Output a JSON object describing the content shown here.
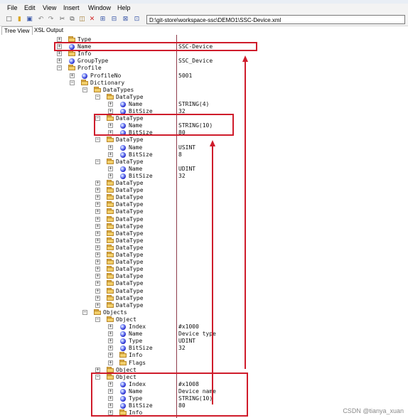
{
  "menu": [
    "File",
    "Edit",
    "View",
    "Insert",
    "Window",
    "Help"
  ],
  "toolbar": {
    "icons": [
      "new-file-icon",
      "open-folder-icon",
      "save-icon",
      "undo-icon",
      "redo-icon",
      "cut-icon",
      "copy-icon",
      "paste-icon",
      "delete-icon",
      "add-element-icon",
      "add-child-icon",
      "insert-before-icon",
      "insert-after-icon"
    ],
    "path": "D:\\git-store\\workspace-ssc\\DEMO1\\SSC-Device.xml"
  },
  "tabs": [
    "Tree View",
    "XSL Output"
  ],
  "tree": [
    {
      "label": "Type",
      "type": "folder",
      "indent": 0,
      "value": ""
    },
    {
      "label": "Name",
      "type": "attr",
      "indent": 0,
      "value": "SSC-Device"
    },
    {
      "label": "Info",
      "type": "folder",
      "indent": 0,
      "value": ""
    },
    {
      "label": "GroupType",
      "type": "attr",
      "indent": 0,
      "value": "SSC_Device"
    },
    {
      "label": "Profile",
      "type": "folder",
      "indent": 0,
      "expanded": true,
      "value": ""
    },
    {
      "label": "ProfileNo",
      "type": "attr",
      "indent": 1,
      "value": "5001"
    },
    {
      "label": "Dictionary",
      "type": "folder",
      "indent": 1,
      "expanded": true,
      "value": ""
    },
    {
      "label": "DataTypes",
      "type": "folder",
      "indent": 2,
      "expanded": true,
      "value": ""
    },
    {
      "label": "DataType",
      "type": "folder",
      "indent": 3,
      "expanded": true,
      "value": ""
    },
    {
      "label": "Name",
      "type": "attr",
      "indent": 4,
      "value": "STRING(4)"
    },
    {
      "label": "BitSize",
      "type": "attr",
      "indent": 4,
      "value": "32"
    },
    {
      "label": "DataType",
      "type": "folder",
      "indent": 3,
      "expanded": true,
      "value": ""
    },
    {
      "label": "Name",
      "type": "attr",
      "indent": 4,
      "value": "STRING(10)"
    },
    {
      "label": "BitSize",
      "type": "attr",
      "indent": 4,
      "value": "80"
    },
    {
      "label": "DataType",
      "type": "folder",
      "indent": 3,
      "expanded": true,
      "value": ""
    },
    {
      "label": "Name",
      "type": "attr",
      "indent": 4,
      "value": "USINT"
    },
    {
      "label": "BitSize",
      "type": "attr",
      "indent": 4,
      "value": "8"
    },
    {
      "label": "DataType",
      "type": "folder",
      "indent": 3,
      "expanded": true,
      "value": ""
    },
    {
      "label": "Name",
      "type": "attr",
      "indent": 4,
      "value": "UDINT"
    },
    {
      "label": "BitSize",
      "type": "attr",
      "indent": 4,
      "value": "32"
    },
    {
      "label": "DataType",
      "type": "folder",
      "indent": 3,
      "value": ""
    },
    {
      "label": "DataType",
      "type": "folder",
      "indent": 3,
      "value": ""
    },
    {
      "label": "DataType",
      "type": "folder",
      "indent": 3,
      "value": ""
    },
    {
      "label": "DataType",
      "type": "folder",
      "indent": 3,
      "value": ""
    },
    {
      "label": "DataType",
      "type": "folder",
      "indent": 3,
      "value": ""
    },
    {
      "label": "DataType",
      "type": "folder",
      "indent": 3,
      "value": ""
    },
    {
      "label": "DataType",
      "type": "folder",
      "indent": 3,
      "value": ""
    },
    {
      "label": "DataType",
      "type": "folder",
      "indent": 3,
      "value": ""
    },
    {
      "label": "DataType",
      "type": "folder",
      "indent": 3,
      "value": ""
    },
    {
      "label": "DataType",
      "type": "folder",
      "indent": 3,
      "value": ""
    },
    {
      "label": "DataType",
      "type": "folder",
      "indent": 3,
      "value": ""
    },
    {
      "label": "DataType",
      "type": "folder",
      "indent": 3,
      "value": ""
    },
    {
      "label": "DataType",
      "type": "folder",
      "indent": 3,
      "value": ""
    },
    {
      "label": "DataType",
      "type": "folder",
      "indent": 3,
      "value": ""
    },
    {
      "label": "DataType",
      "type": "folder",
      "indent": 3,
      "value": ""
    },
    {
      "label": "DataType",
      "type": "folder",
      "indent": 3,
      "value": ""
    },
    {
      "label": "DataType",
      "type": "folder",
      "indent": 3,
      "value": ""
    },
    {
      "label": "DataType",
      "type": "folder",
      "indent": 3,
      "value": ""
    },
    {
      "label": "Objects",
      "type": "folder",
      "indent": 2,
      "expanded": true,
      "value": ""
    },
    {
      "label": "Object",
      "type": "folder",
      "indent": 3,
      "expanded": true,
      "value": ""
    },
    {
      "label": "Index",
      "type": "attr",
      "indent": 4,
      "value": "#x1000"
    },
    {
      "label": "Name",
      "type": "attr",
      "indent": 4,
      "value": "Device type"
    },
    {
      "label": "Type",
      "type": "attr",
      "indent": 4,
      "value": "UDINT"
    },
    {
      "label": "BitSize",
      "type": "attr",
      "indent": 4,
      "value": "32"
    },
    {
      "label": "Info",
      "type": "folder",
      "indent": 4,
      "value": ""
    },
    {
      "label": "Flags",
      "type": "folder",
      "indent": 4,
      "value": ""
    },
    {
      "label": "Object",
      "type": "folder",
      "indent": 3,
      "value": ""
    },
    {
      "label": "Object",
      "type": "folder",
      "indent": 3,
      "expanded": true,
      "value": ""
    },
    {
      "label": "Index",
      "type": "attr",
      "indent": 4,
      "value": "#x1008"
    },
    {
      "label": "Name",
      "type": "attr",
      "indent": 4,
      "value": "Device name"
    },
    {
      "label": "Type",
      "type": "attr",
      "indent": 4,
      "value": "STRING(10)"
    },
    {
      "label": "BitSize",
      "type": "attr",
      "indent": 4,
      "value": "80"
    },
    {
      "label": "Info",
      "type": "folder",
      "indent": 4,
      "value": ""
    }
  ],
  "annotation_color": "#cf1c2b",
  "watermark": "CSDN @tianya_xuan"
}
